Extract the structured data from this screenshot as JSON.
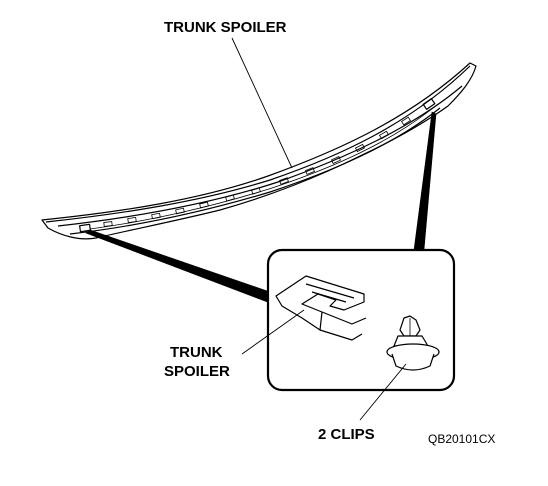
{
  "labels": {
    "top_part": "TRUNK SPOILER",
    "detail_part_line1": "TRUNK",
    "detail_part_line2": "SPOILER",
    "clips": "2 CLIPS",
    "figure_code": "QB20101CX"
  },
  "colors": {
    "line": "#000000",
    "background": "#ffffff"
  }
}
